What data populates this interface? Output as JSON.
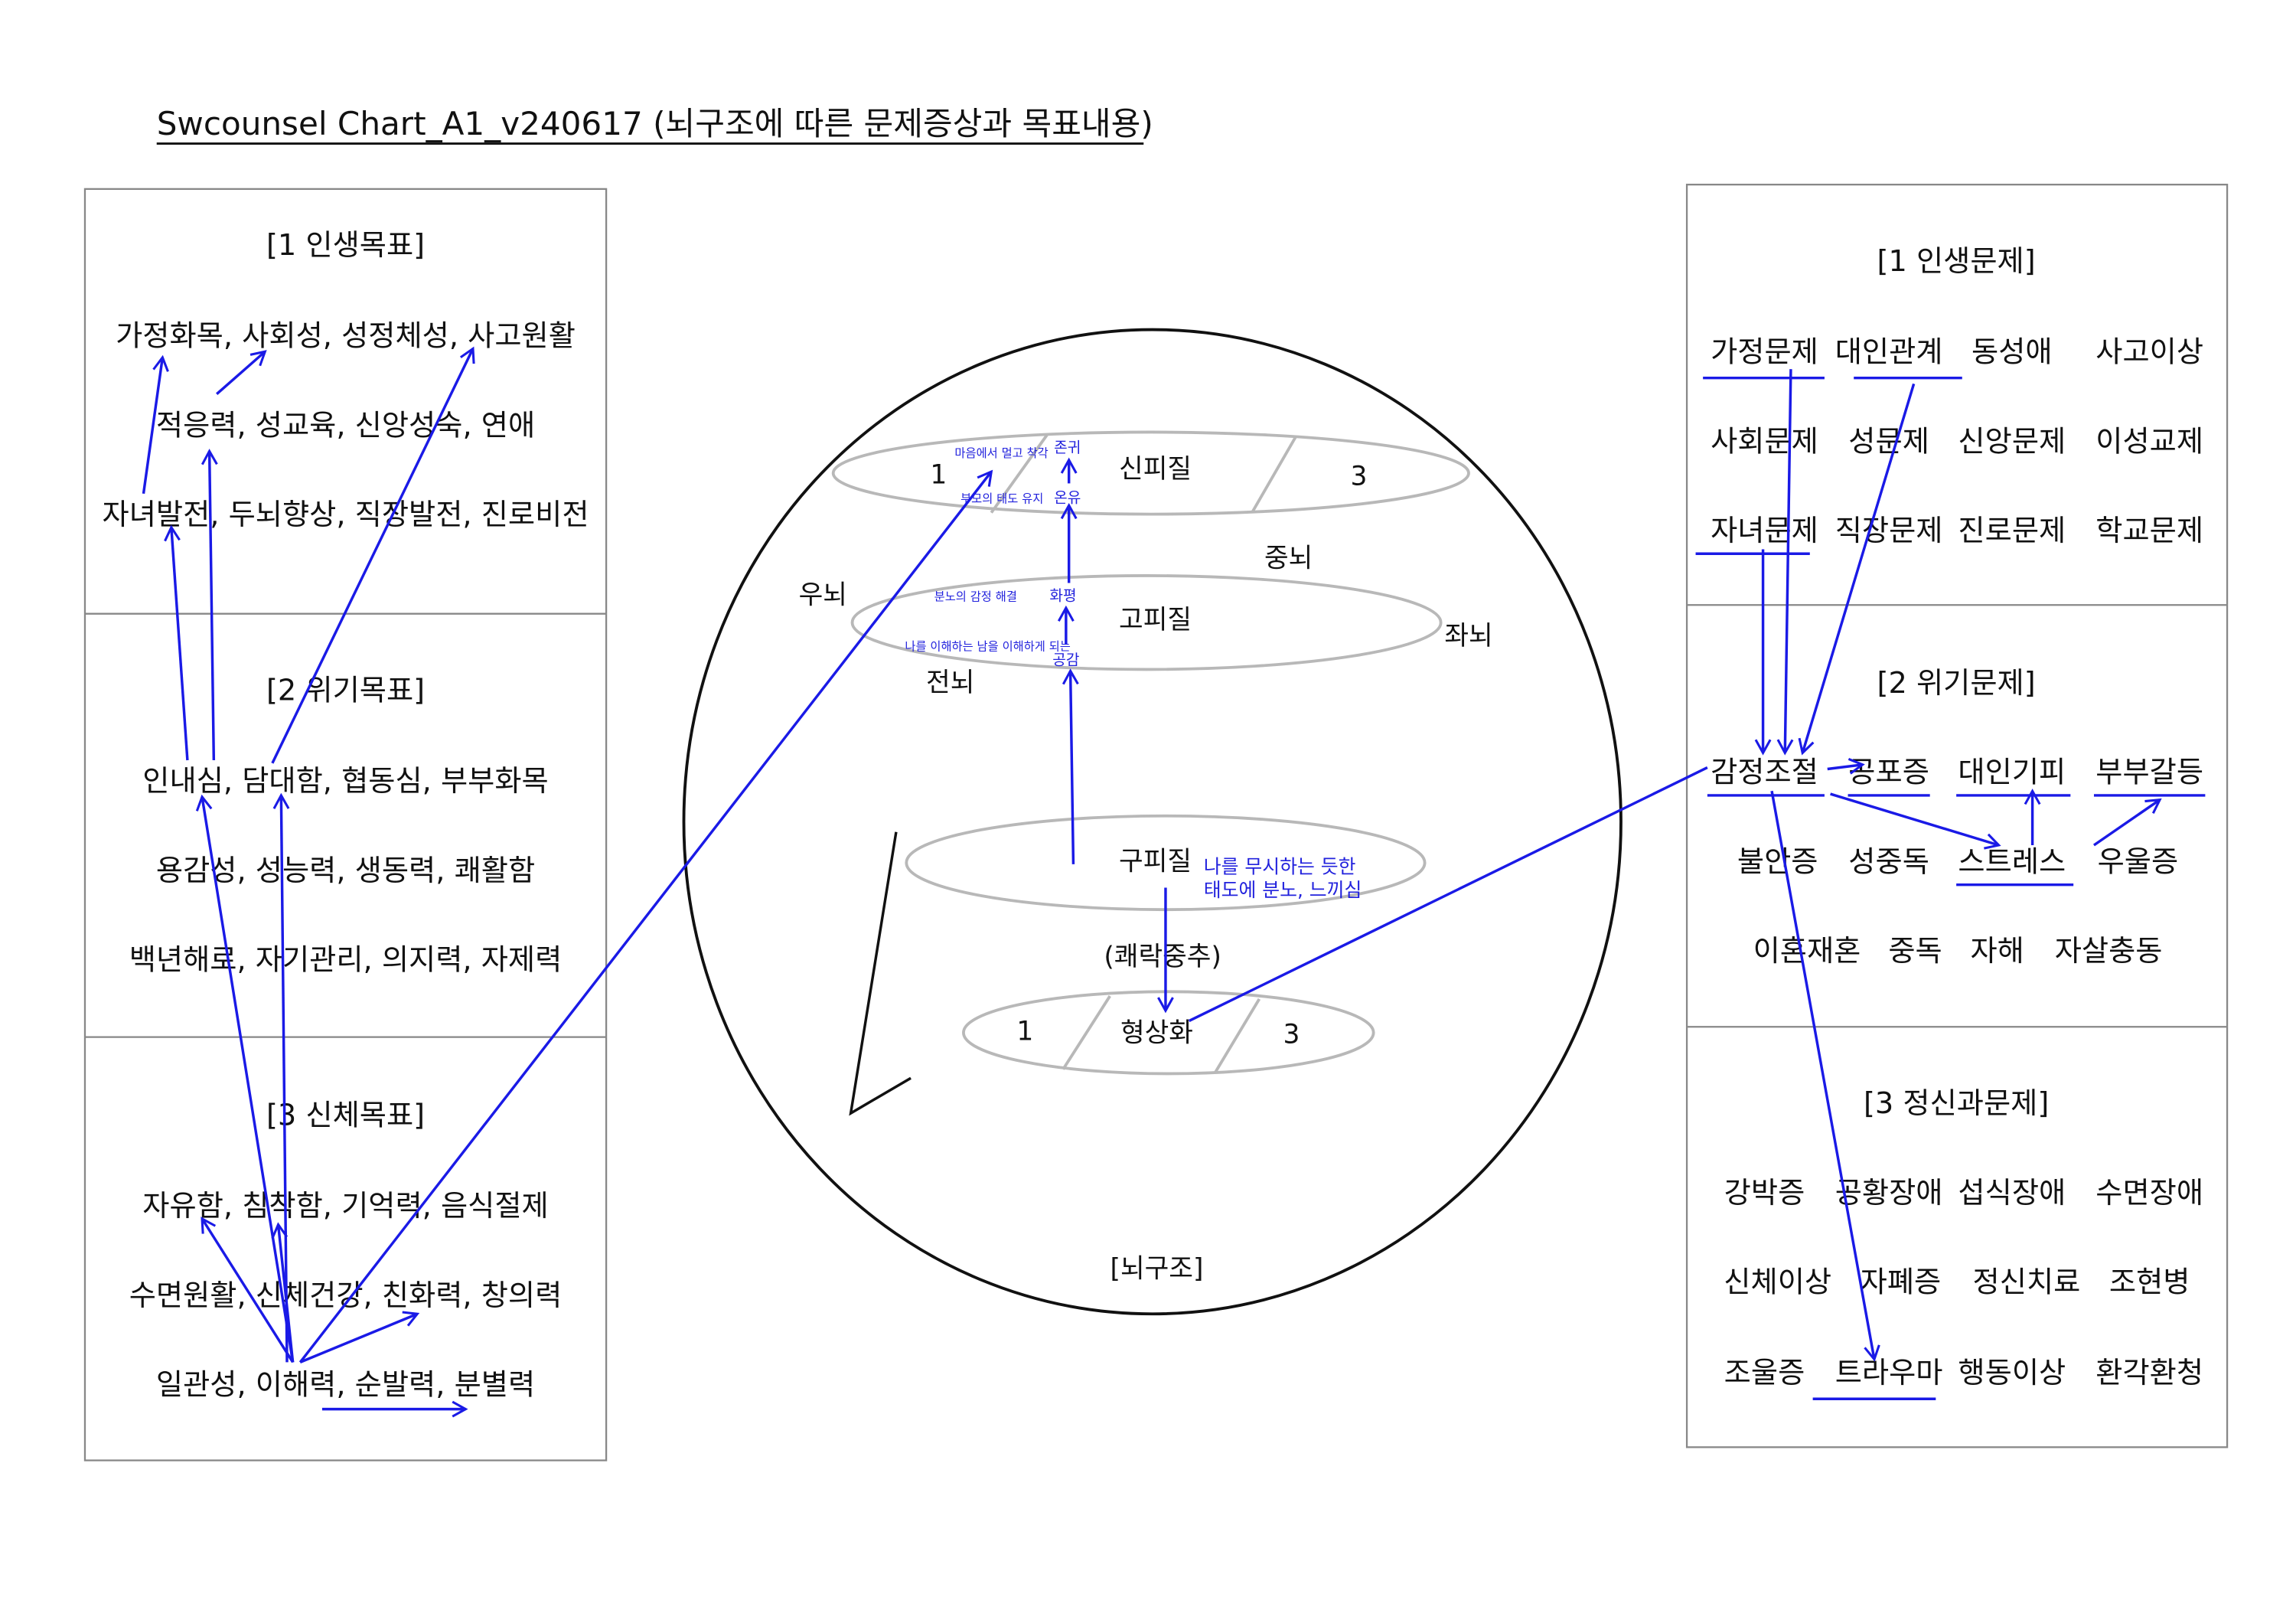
{
  "title": "Swcounsel Chart_A1_v240617 (뇌구조에 따른 문제증상과 목표내용)",
  "left": {
    "sections": [
      {
        "title": "[1 인생목표]",
        "lines": [
          "가정화목, 사회성, 성정체성, 사고원활",
          "적응력, 성교육, 신앙성숙, 연애",
          "자녀발전, 두뇌향상, 직장발전, 진로비전"
        ]
      },
      {
        "title": "[2 위기목표]",
        "lines": [
          "인내심, 담대함, 협동심, 부부화목",
          "용감성, 성능력, 생동력, 쾌활함",
          "백년해로, 자기관리, 의지력, 자제력"
        ]
      },
      {
        "title": "[3 신체목표]",
        "lines": [
          "자유함, 침착함, 기억력, 음식절제",
          "수면원활, 신체건강, 친화력, 창의력",
          "일관성, 이해력, 순발력, 분별력"
        ]
      }
    ]
  },
  "right": {
    "sections": [
      {
        "title": "[1 인생문제]",
        "rows": [
          [
            "가정문제",
            "대인관계",
            "동성애",
            "사고이상"
          ],
          [
            "사회문제",
            "성문제",
            "신앙문제",
            "이성교제"
          ],
          [
            "자녀문제",
            "직장문제",
            "진로문제",
            "학교문제"
          ]
        ]
      },
      {
        "title": "[2 위기문제]",
        "rows": [
          [
            "감정조절",
            "공포증",
            "대인기피",
            "부부갈등"
          ],
          [
            "불안증",
            "성중독",
            "스트레스",
            "우울증"
          ],
          [
            "이혼재혼",
            "중독",
            "자해",
            "자살충동"
          ]
        ]
      },
      {
        "title": "[3 정신과문제]",
        "rows": [
          [
            "강박증",
            "공황장애",
            "섭식장애",
            "수면장애"
          ],
          [
            "신체이상",
            "자폐증",
            "정신치료",
            "조현병"
          ],
          [
            "조울증",
            "트라우마",
            "행동이상",
            "환각환청"
          ]
        ]
      }
    ]
  },
  "brain": {
    "caption": "[뇌구조]",
    "neocortex": {
      "label": "신피질",
      "left": "1",
      "right": "3"
    },
    "paleocortex": {
      "label": "고피질"
    },
    "archicortex": {
      "label": "구피질"
    },
    "pleasure_center": "(쾌락중추)",
    "imagery": {
      "label": "형상화",
      "left": "1",
      "right": "3"
    },
    "midbrain": "중뇌",
    "right_brain": "우뇌",
    "left_brain": "좌뇌",
    "forebrain": "전뇌"
  },
  "annotations": {
    "neo_top": "마음에서 멀고 착각",
    "neo_bottom": "부모의 태도 유지",
    "honor": "존귀",
    "gentle": "온유",
    "paleo_top": "분노의 감정 해결",
    "peace": "화평",
    "paleo_bottom": "나를 이해하는 남을 이해하게 되는",
    "comfort": "공감",
    "archi_1": "나를 무시하는 듯한",
    "archi_2": "태도에 분노, 느끼심"
  },
  "colors": {
    "annotation": "#1a1ae6",
    "ellipse": "#b8b8b8"
  }
}
